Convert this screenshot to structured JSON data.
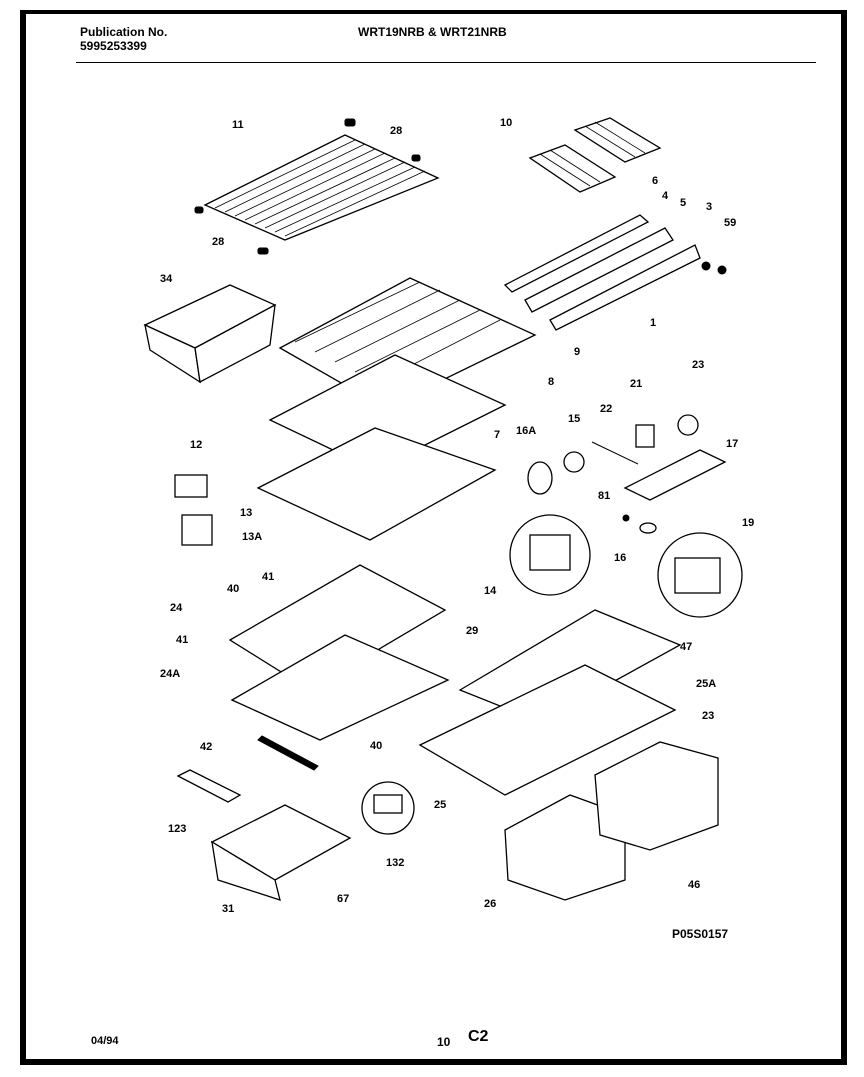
{
  "header": {
    "publication_label": "Publication No.",
    "publication_number": "5995253399",
    "models": "WRT19NRB & WRT21NRB"
  },
  "diagram_code": "P05S0157",
  "footer": {
    "date": "04/94",
    "page": "10",
    "section": "C2"
  },
  "callouts": [
    "11",
    "28",
    "28",
    "10",
    "6",
    "4",
    "5",
    "3",
    "59",
    "1",
    "34",
    "9",
    "8",
    "23",
    "21",
    "22",
    "15",
    "16A",
    "17",
    "12",
    "7",
    "13",
    "13A",
    "81",
    "16",
    "19",
    "14",
    "41",
    "40",
    "24",
    "29",
    "41",
    "24A",
    "40",
    "47",
    "25A",
    "23",
    "42",
    "123",
    "132",
    "25",
    "31",
    "67",
    "26",
    "46"
  ]
}
